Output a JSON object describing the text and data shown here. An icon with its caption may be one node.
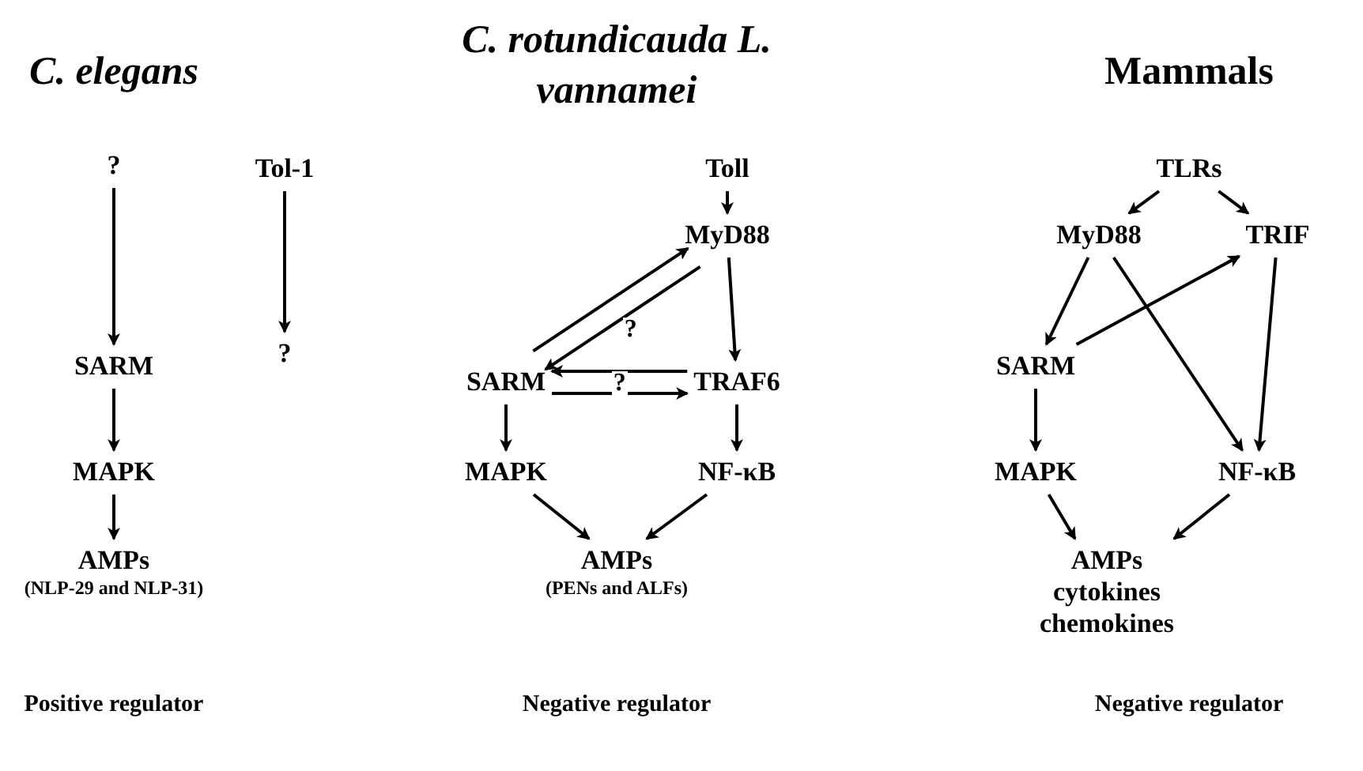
{
  "diagram": {
    "nodes": [
      {
        "text": [
          "?"
        ]
      },
      {
        "text": [
          "Tol-1"
        ]
      },
      {
        "text": [
          "SARM"
        ]
      },
      {
        "text": [
          "?"
        ]
      },
      {
        "text": [
          "MAPK"
        ]
      },
      {
        "text": [
          "AMPs",
          "(NLP-29 and NLP-31)"
        ]
      },
      {
        "text": [
          "Toll"
        ]
      },
      {
        "text": [
          "MyD88"
        ]
      },
      {
        "text": [
          "SARM"
        ]
      },
      {
        "text": [
          "TRAF6"
        ]
      },
      {
        "text": [
          "MAPK"
        ]
      },
      {
        "text": [
          "NF-κB"
        ]
      },
      {
        "text": [
          "AMPs",
          "(PENs and ALFs)"
        ]
      },
      {
        "text": [
          "TLRs"
        ]
      },
      {
        "text": [
          "MyD88"
        ]
      },
      {
        "text": [
          "TRIF"
        ]
      },
      {
        "text": [
          "SARM"
        ]
      },
      {
        "text": [
          "MAPK"
        ]
      },
      {
        "text": [
          "NF-κB"
        ]
      },
      {
        "text": [
          "AMPs cytokines chemokines"
        ]
      }
    ],
    "edges": [
      {
        "from": 0,
        "to": 2,
        "arrow": "to"
      },
      {
        "from": 1,
        "to": 3,
        "arrow": "to"
      },
      {
        "from": 2,
        "to": 4,
        "arrow": "to"
      },
      {
        "from": 4,
        "to": 5,
        "arrow": "to"
      },
      {
        "from": 6,
        "to": 7,
        "arrow": "to"
      },
      {
        "from": 7,
        "to": 9,
        "arrow": "to"
      },
      {
        "from": 7,
        "to": 8,
        "arrow": "to",
        "label": "?"
      },
      {
        "from": 8,
        "to": 7,
        "arrow": "to"
      },
      {
        "from": 9,
        "to": 8,
        "arrow": "to",
        "label": "?"
      },
      {
        "from": 8,
        "to": 9,
        "arrow": "to"
      },
      {
        "from": 8,
        "to": 10,
        "arrow": "to"
      },
      {
        "from": 9,
        "to": 11,
        "arrow": "to"
      },
      {
        "from": 10,
        "to": 12,
        "arrow": "to"
      },
      {
        "from": 11,
        "to": 12,
        "arrow": "to"
      },
      {
        "from": 13,
        "to": 14,
        "arrow": "to"
      },
      {
        "from": 13,
        "to": 15,
        "arrow": "to"
      },
      {
        "from": 14,
        "to": 16,
        "arrow": "to"
      },
      {
        "from": 16,
        "to": 15,
        "arrow": "to"
      },
      {
        "from": 14,
        "to": 18,
        "arrow": "to"
      },
      {
        "from": 15,
        "to": 18,
        "arrow": "to"
      },
      {
        "from": 16,
        "to": 17,
        "arrow": "to"
      },
      {
        "from": 17,
        "to": 19,
        "arrow": "to"
      },
      {
        "from": 18,
        "to": 19,
        "arrow": "to"
      }
    ],
    "labels": [
      "C. elegans",
      "C. rotundicauda L. vannamei",
      "Mammals",
      "Positive regulator",
      "Negative regulator",
      "Negative regulator"
    ]
  }
}
